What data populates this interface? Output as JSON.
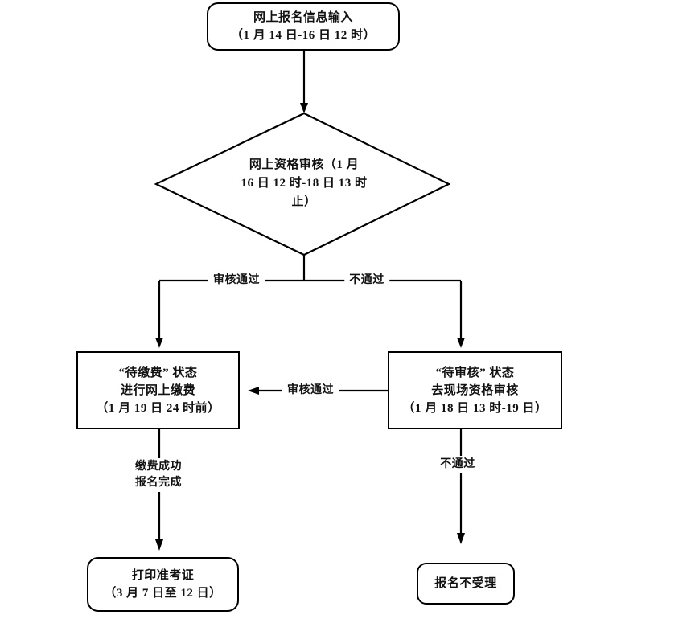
{
  "nodes": {
    "start": {
      "line1": "网上报名信息输入",
      "line2": "（1 月 14 日-16 日 12 时）"
    },
    "review": {
      "line1": "网上资格审核（1 月",
      "line2": "16 日 12 时-18 日 13 时",
      "line3": "止）"
    },
    "pay": {
      "line1": "“待缴费” 状态",
      "line2": "进行网上缴费",
      "line3": "（1 月 19 日 24 时前）"
    },
    "onsite": {
      "line1": "“待审核” 状态",
      "line2": "去现场资格审核",
      "line3": "（1 月 18 日 13 时-19 日）"
    },
    "print": {
      "line1": "打印准考证",
      "line2": "（3 月 7 日至 12 日）"
    },
    "reject": {
      "line1": "报名不受理"
    }
  },
  "edge_labels": {
    "review_pass": "审核通过",
    "review_fail": "不通过",
    "onsite_pass": "审核通过",
    "pay_success_line1": "缴费成功",
    "pay_success_line2": "报名完成",
    "onsite_fail": "不通过"
  },
  "colors": {
    "line": "#000000",
    "background": "#ffffff",
    "text": "#111111"
  }
}
